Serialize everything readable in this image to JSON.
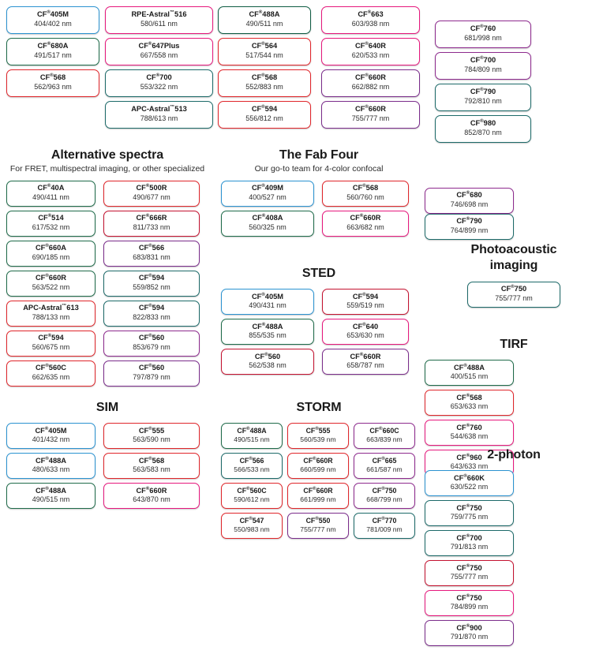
{
  "colors": {
    "blue": "#2b93d1",
    "green": "#1f6b4a",
    "dark_green": "#0f5c43",
    "teal": "#1d6a69",
    "red": "#e0262b",
    "crimson": "#c41230",
    "magenta": "#e6187d",
    "pink": "#e6187d",
    "purple": "#8e2b8e",
    "violet": "#7b2d8b",
    "text": "#231f20"
  },
  "top_block": {
    "columns": [
      {
        "name": "top-column-1",
        "pills": [
          {
            "name": "CF",
            "sup": "®",
            "suffix": "405M",
            "spec": "404/402 nm",
            "color": "#2b93d1"
          },
          {
            "name": "CF",
            "sup": "®",
            "suffix": "680A",
            "spec": "491/517 nm",
            "color": "#1f6b4a"
          },
          {
            "name": "CF",
            "sup": "®",
            "suffix": "568",
            "spec": "562/963 nm",
            "color": "#e0262b"
          }
        ]
      },
      {
        "name": "top-column-2",
        "pills": [
          {
            "name": "RPE-Astral",
            "sup": "™",
            "suffix": "516",
            "spec": "580/611 nm",
            "color": "#e6187d"
          },
          {
            "name": "CF",
            "sup": "®",
            "suffix": "647Plus",
            "spec": "667/558 nm",
            "color": "#e6187d"
          },
          {
            "name": "CF",
            "sup": "®",
            "suffix": "700",
            "spec": "553/322 nm",
            "color": "#1d6a69"
          },
          {
            "name": "APC-Astral",
            "sup": "™",
            "suffix": "513",
            "spec": "788/613 nm",
            "color": "#1d6a69"
          }
        ]
      },
      {
        "name": "top-column-3",
        "pills": [
          {
            "name": "CF",
            "sup": "®",
            "suffix": "488A",
            "spec": "490/511 nm",
            "color": "#0f5c43"
          },
          {
            "name": "CF",
            "sup": "®",
            "suffix": "564",
            "spec": "517/544 nm",
            "color": "#e0262b"
          },
          {
            "name": "CF",
            "sup": "®",
            "suffix": "568",
            "spec": "552/883 nm",
            "color": "#e0262b"
          },
          {
            "name": "CF",
            "sup": "®",
            "suffix": "594",
            "spec": "556/812 nm",
            "color": "#e0262b"
          }
        ]
      },
      {
        "name": "top-column-4",
        "pills": [
          {
            "name": "CF",
            "sup": "®",
            "suffix": "663",
            "spec": "603/938 nm",
            "color": "#e6187d"
          },
          {
            "name": "CF",
            "sup": "®",
            "suffix": "640R",
            "spec": "620/533 nm",
            "color": "#e6187d"
          },
          {
            "name": "CF",
            "sup": "®",
            "suffix": "660R",
            "spec": "662/882 nm",
            "color": "#7b2d8b"
          },
          {
            "name": "CF",
            "sup": "®",
            "suffix": "660R",
            "spec": "755/777 nm",
            "color": "#7b2d8b"
          }
        ]
      },
      {
        "name": "top-column-5",
        "pills": [
          {
            "name": "CF",
            "sup": "®",
            "suffix": "760",
            "spec": "681/998 nm",
            "color": "#8e2b8e"
          },
          {
            "name": "CF",
            "sup": "®",
            "suffix": "700",
            "spec": "784/809 nm",
            "color": "#8e2b8e"
          },
          {
            "name": "CF",
            "sup": "®",
            "suffix": "790",
            "spec": "792/810 nm",
            "color": "#1d6a69"
          },
          {
            "name": "CF",
            "sup": "®",
            "suffix": "980",
            "spec": "852/870 nm",
            "color": "#1d6a69"
          }
        ]
      }
    ]
  },
  "alt_spectra": {
    "title": "Alternative spectra",
    "subtitle": "For FRET, multispectral imaging, or other specialized",
    "columns": [
      {
        "name": "alt-column-1",
        "pills": [
          {
            "name": "CF",
            "sup": "®",
            "suffix": "40A",
            "spec": "490/411 nm",
            "color": "#1f6b4a"
          },
          {
            "name": "CF",
            "sup": "®",
            "suffix": "514",
            "spec": "617/532 nm",
            "color": "#1f6b4a"
          },
          {
            "name": "CF",
            "sup": "®",
            "suffix": "660A",
            "spec": "690/185 nm",
            "color": "#1f6b4a"
          },
          {
            "name": "CF",
            "sup": "®",
            "suffix": "660R",
            "spec": "563/522 nm",
            "color": "#1f6b4a"
          },
          {
            "name": "APC-Astral",
            "sup": "™",
            "suffix": "613",
            "spec": "788/133 nm",
            "color": "#e0262b"
          },
          {
            "name": "CF",
            "sup": "®",
            "suffix": "594",
            "spec": "560/675 nm",
            "color": "#e0262b"
          },
          {
            "name": "CF",
            "sup": "®",
            "suffix": "560C",
            "spec": "662/635 nm",
            "color": "#e0262b"
          }
        ]
      },
      {
        "name": "alt-column-2",
        "pills": [
          {
            "name": "CF",
            "sup": "®",
            "suffix": "500R",
            "spec": "490/677 nm",
            "color": "#e0262b"
          },
          {
            "name": "CF",
            "sup": "®",
            "suffix": "666R",
            "spec": "811/733 nm",
            "color": "#c41230"
          },
          {
            "name": "CF",
            "sup": "®",
            "suffix": "566",
            "spec": "683/831 nm",
            "color": "#7b2d8b"
          },
          {
            "name": "CF",
            "sup": "®",
            "suffix": "594",
            "spec": "559/852 nm",
            "color": "#1d6a69"
          },
          {
            "name": "CF",
            "sup": "®",
            "suffix": "594",
            "spec": "822/833 nm",
            "color": "#1d6a69"
          },
          {
            "name": "CF",
            "sup": "®",
            "suffix": "560",
            "spec": "853/679 nm",
            "color": "#8e2b8e"
          },
          {
            "name": "CF",
            "sup": "®",
            "suffix": "560",
            "spec": "797/879 nm",
            "color": "#7b2d8b"
          }
        ]
      }
    ]
  },
  "fab_four": {
    "title": "The Fab Four",
    "subtitle": "Our go-to team for 4-color confocal",
    "columns": [
      {
        "name": "fab-column-1",
        "pills": [
          {
            "name": "CF",
            "sup": "®",
            "suffix": "409M",
            "spec": "400/527 nm",
            "color": "#2b93d1"
          },
          {
            "name": "CF",
            "sup": "®",
            "suffix": "408A",
            "spec": "560/325 nm",
            "color": "#1f6b4a"
          }
        ]
      },
      {
        "name": "fab-column-2",
        "pills": [
          {
            "name": "CF",
            "sup": "®",
            "suffix": "568",
            "spec": "560/760 nm",
            "color": "#e0262b"
          },
          {
            "name": "CF",
            "sup": "®",
            "suffix": "660R",
            "spec": "663/682 nm",
            "color": "#e6187d"
          }
        ]
      }
    ]
  },
  "sted": {
    "title": "STED",
    "columns": [
      {
        "name": "sted-column-1",
        "pills": [
          {
            "name": "CF",
            "sup": "®",
            "suffix": "405M",
            "spec": "490/431 nm",
            "color": "#2b93d1"
          },
          {
            "name": "CF",
            "sup": "®",
            "suffix": "488A",
            "spec": "855/535 nm",
            "color": "#1f6b4a"
          },
          {
            "name": "CF",
            "sup": "®",
            "suffix": "560",
            "spec": "562/538 nm",
            "color": "#c41230"
          }
        ]
      },
      {
        "name": "sted-column-2",
        "pills": [
          {
            "name": "CF",
            "sup": "®",
            "suffix": "594",
            "spec": "559/519 nm",
            "color": "#c41230"
          },
          {
            "name": "CF",
            "sup": "®",
            "suffix": "640",
            "spec": "653/630 nm",
            "color": "#e6187d"
          },
          {
            "name": "CF",
            "sup": "®",
            "suffix": "660R",
            "spec": "658/787 nm",
            "color": "#7b2d8b"
          }
        ]
      }
    ]
  },
  "sim": {
    "title": "SIM",
    "columns": [
      {
        "name": "sim-column-1",
        "pills": [
          {
            "name": "CF",
            "sup": "®",
            "suffix": "405M",
            "spec": "401/432 nm",
            "color": "#2b93d1"
          },
          {
            "name": "CF",
            "sup": "®",
            "suffix": "488A",
            "spec": "480/633 nm",
            "color": "#2b93d1"
          },
          {
            "name": "CF",
            "sup": "®",
            "suffix": "488A",
            "spec": "490/515 nm",
            "color": "#1f6b4a"
          }
        ]
      },
      {
        "name": "sim-column-2",
        "pills": [
          {
            "name": "CF",
            "sup": "®",
            "suffix": "555",
            "spec": "563/590 nm",
            "color": "#e0262b"
          },
          {
            "name": "CF",
            "sup": "®",
            "suffix": "568",
            "spec": "563/583 nm",
            "color": "#e0262b"
          },
          {
            "name": "CF",
            "sup": "®",
            "suffix": "660R",
            "spec": "643/870 nm",
            "color": "#e6187d"
          }
        ]
      }
    ]
  },
  "storm": {
    "title": "STORM",
    "columns": [
      {
        "name": "storm-column-1",
        "pills": [
          {
            "name": "CF",
            "sup": "®",
            "suffix": "488A",
            "spec": "490/515 nm",
            "color": "#1f6b4a"
          },
          {
            "name": "CF",
            "sup": "®",
            "suffix": "566",
            "spec": "566/533 nm",
            "color": "#1d6a69"
          },
          {
            "name": "CF",
            "sup": "®",
            "suffix": "560C",
            "spec": "590/612 nm",
            "color": "#e0262b"
          },
          {
            "name": "CF",
            "sup": "®",
            "suffix": "547",
            "spec": "550/983 nm",
            "color": "#e0262b"
          }
        ]
      },
      {
        "name": "storm-column-2",
        "pills": [
          {
            "name": "CF",
            "sup": "®",
            "suffix": "555",
            "spec": "560/539 nm",
            "color": "#e0262b"
          },
          {
            "name": "CF",
            "sup": "®",
            "suffix": "660R",
            "spec": "660/599 nm",
            "color": "#e0262b"
          },
          {
            "name": "CF",
            "sup": "®",
            "suffix": "660R",
            "spec": "661/999 nm",
            "color": "#e0262b"
          },
          {
            "name": "CF",
            "sup": "®",
            "suffix": "550",
            "spec": "755/777 nm",
            "color": "#7b2d8b"
          }
        ]
      },
      {
        "name": "storm-column-3",
        "pills": [
          {
            "name": "CF",
            "sup": "®",
            "suffix": "660C",
            "spec": "663/839 nm",
            "color": "#8e2b8e"
          },
          {
            "name": "CF",
            "sup": "®",
            "suffix": "665",
            "spec": "661/587 nm",
            "color": "#8e2b8e"
          },
          {
            "name": "CF",
            "sup": "®",
            "suffix": "750",
            "spec": "668/799 nm",
            "color": "#8e2b8e"
          },
          {
            "name": "CF",
            "sup": "®",
            "suffix": "770",
            "spec": "781/009 nm",
            "color": "#1d6a69"
          }
        ]
      }
    ]
  },
  "right_pair": {
    "pills": [
      {
        "name": "CF",
        "sup": "®",
        "suffix": "680",
        "spec": "746/698 nm",
        "color": "#8e2b8e"
      },
      {
        "name": "CF",
        "sup": "®",
        "suffix": "790",
        "spec": "764/899 nm",
        "color": "#1d6a69"
      }
    ]
  },
  "photoacoustic": {
    "title": "Photoacoustic\nimaging",
    "title_line1": "Photoacoustic",
    "title_line2": "imaging",
    "pills": [
      {
        "name": "CF",
        "sup": "®",
        "suffix": "750",
        "spec": "755/777 nm",
        "color": "#1d6a69"
      }
    ]
  },
  "tirf": {
    "title": "TIRF",
    "columns": [
      {
        "name": "tirf-column-1",
        "pills": [
          {
            "name": "CF",
            "sup": "®",
            "suffix": "488A",
            "spec": "400/515 nm",
            "color": "#1f6b4a"
          },
          {
            "name": "CF",
            "sup": "®",
            "suffix": "568",
            "spec": "653/633 nm",
            "color": "#e0262b"
          }
        ]
      },
      {
        "name": "tirf-column-2",
        "pills": [
          {
            "name": "CF",
            "sup": "®",
            "suffix": "760",
            "spec": "544/638 nm",
            "color": "#e6187d"
          },
          {
            "name": "CF",
            "sup": "®",
            "suffix": "960",
            "spec": "643/633 nm",
            "color": "#e6187d"
          }
        ]
      }
    ]
  },
  "two_photon": {
    "title": "2-photon",
    "columns": [
      {
        "name": "two-photon-column-1",
        "pills": [
          {
            "name": "CF",
            "sup": "®",
            "suffix": "660K",
            "spec": "630/522 nm",
            "color": "#2b93d1"
          },
          {
            "name": "CF",
            "sup": "®",
            "suffix": "750",
            "spec": "759/775 nm",
            "color": "#1d6a69"
          },
          {
            "name": "CF",
            "sup": "®",
            "suffix": "700",
            "spec": "791/813 nm",
            "color": "#1d6a69"
          }
        ]
      },
      {
        "name": "two-photon-column-2",
        "pills": [
          {
            "name": "CF",
            "sup": "®",
            "suffix": "750",
            "spec": "755/777 nm",
            "color": "#c41230"
          },
          {
            "name": "CF",
            "sup": "®",
            "suffix": "750",
            "spec": "784/899 nm",
            "color": "#e6187d"
          },
          {
            "name": "CF",
            "sup": "®",
            "suffix": "900",
            "spec": "791/870 nm",
            "color": "#7b2d8b"
          }
        ]
      }
    ]
  }
}
